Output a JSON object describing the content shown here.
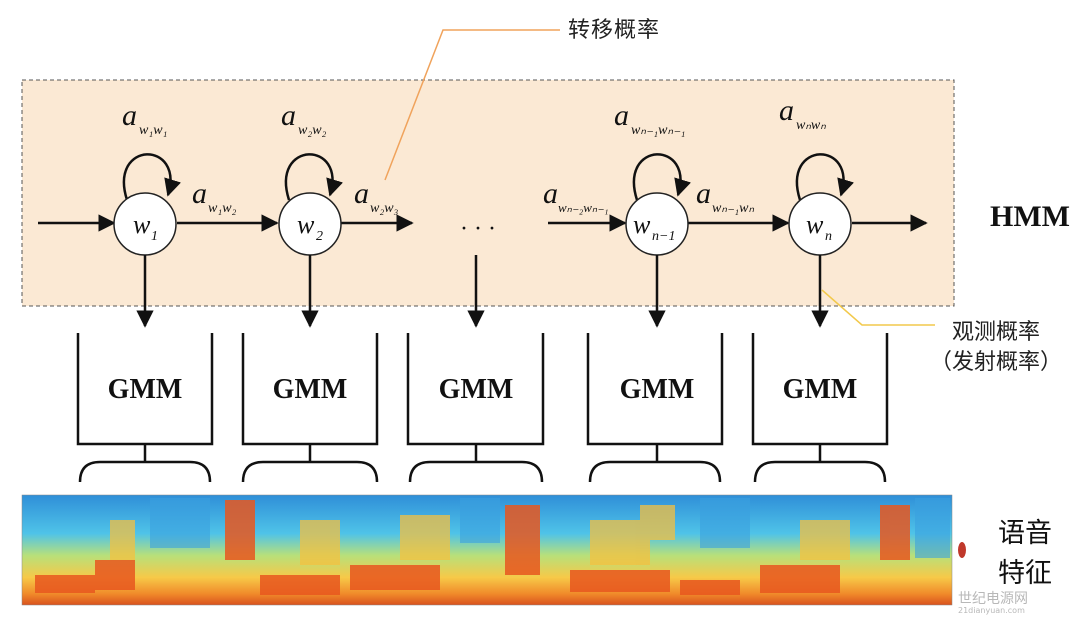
{
  "labels": {
    "transition_prob": "转移概率",
    "hmm": "HMM",
    "emission_line1": "观测概率",
    "emission_line2": "（发射概率）",
    "speech_line1": "语音",
    "speech_line2": "特征",
    "ellipsis": "· · ·"
  },
  "gmm_boxes": [
    "GMM",
    "GMM",
    "GMM",
    "GMM",
    "GMM"
  ],
  "states": [
    {
      "base": "w",
      "sub": "1"
    },
    {
      "base": "w",
      "sub": "2"
    },
    {
      "base": "w",
      "sub": "n−1"
    },
    {
      "base": "w",
      "sub": "n"
    }
  ],
  "self_loop_labels": [
    {
      "a": "a",
      "sub": "w₁w₁"
    },
    {
      "a": "a",
      "sub": "w₂w₂"
    },
    {
      "a": "a",
      "sub": "wₙ₋₁wₙ₋₁"
    },
    {
      "a": "a",
      "sub": "wₙwₙ"
    }
  ],
  "transition_labels": [
    {
      "a": "a",
      "sub": "w₁w₂"
    },
    {
      "a": "a",
      "sub": "w₂w₃"
    },
    {
      "a": "a",
      "sub": "wₙ₋₂wₙ₋₁"
    },
    {
      "a": "a",
      "sub": "wₙ₋₁wₙ"
    }
  ],
  "watermark": {
    "text": "世纪电源网",
    "sub": "21dianyuan.com"
  },
  "colors": {
    "hmm_panel": "#fbe9d4",
    "callout_transition": "#f0a35c",
    "callout_emission": "#f2c94c"
  }
}
